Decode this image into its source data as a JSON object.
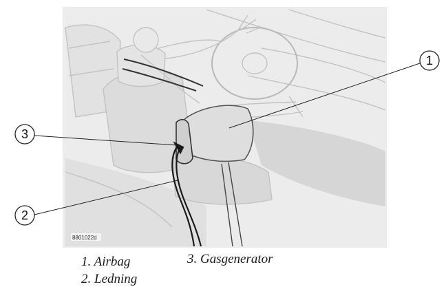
{
  "figure": {
    "image_code": "8801022d",
    "callouts": [
      {
        "number": "1",
        "target": "airbag"
      },
      {
        "number": "2",
        "target": "ledning"
      },
      {
        "number": "3",
        "target": "gasgenerator"
      }
    ],
    "legend": [
      "1. Airbag",
      "2. Ledning",
      "3. Gasgenerator"
    ]
  },
  "colors": {
    "photo_background": "#ececec",
    "sketch_lines": "#bdbdbd",
    "airbag_fill": "#dedede",
    "wire": "#1a1a1a"
  }
}
